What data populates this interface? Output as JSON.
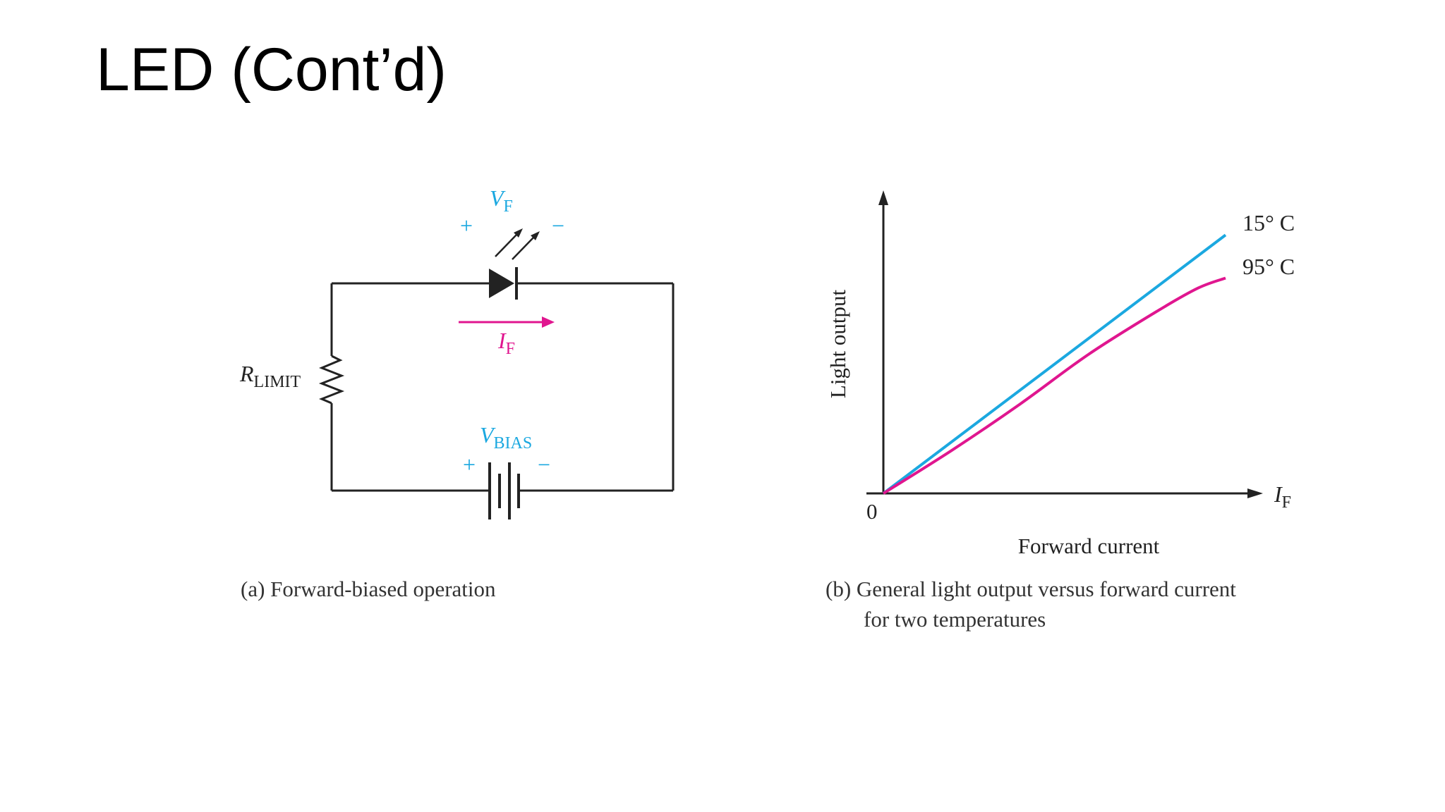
{
  "slide": {
    "title": "LED (Cont’d)"
  },
  "colors": {
    "cyan": "#1ba8e0",
    "magenta": "#e0168f",
    "wire": "#222222"
  },
  "circuit": {
    "vf_symbol": "V",
    "vf_sub": "F",
    "if_symbol": "I",
    "if_sub": "F",
    "r_symbol": "R",
    "r_sub": "LIMIT",
    "vbias_symbol": "V",
    "vbias_sub": "BIAS",
    "plus": "+",
    "minus": "−",
    "caption": "(a) Forward-biased operation"
  },
  "chart_data": {
    "type": "line",
    "title": "",
    "xlabel": "Forward current",
    "ylabel": "Light output",
    "x_axis_symbol": "I",
    "x_axis_sub": "F",
    "origin_label": "0",
    "series": [
      {
        "name": "15° C",
        "color": "#1ba8e0",
        "x": [
          0,
          1.0
        ],
        "y": [
          0,
          0.78
        ]
      },
      {
        "name": "95° C",
        "color": "#e0168f",
        "x": [
          0,
          0.2,
          0.4,
          0.6,
          0.8,
          0.92,
          1.0
        ],
        "y": [
          0,
          0.13,
          0.27,
          0.42,
          0.55,
          0.62,
          0.65
        ]
      }
    ],
    "caption_line1": "(b) General light output versus forward current",
    "caption_line2": "for two temperatures"
  }
}
